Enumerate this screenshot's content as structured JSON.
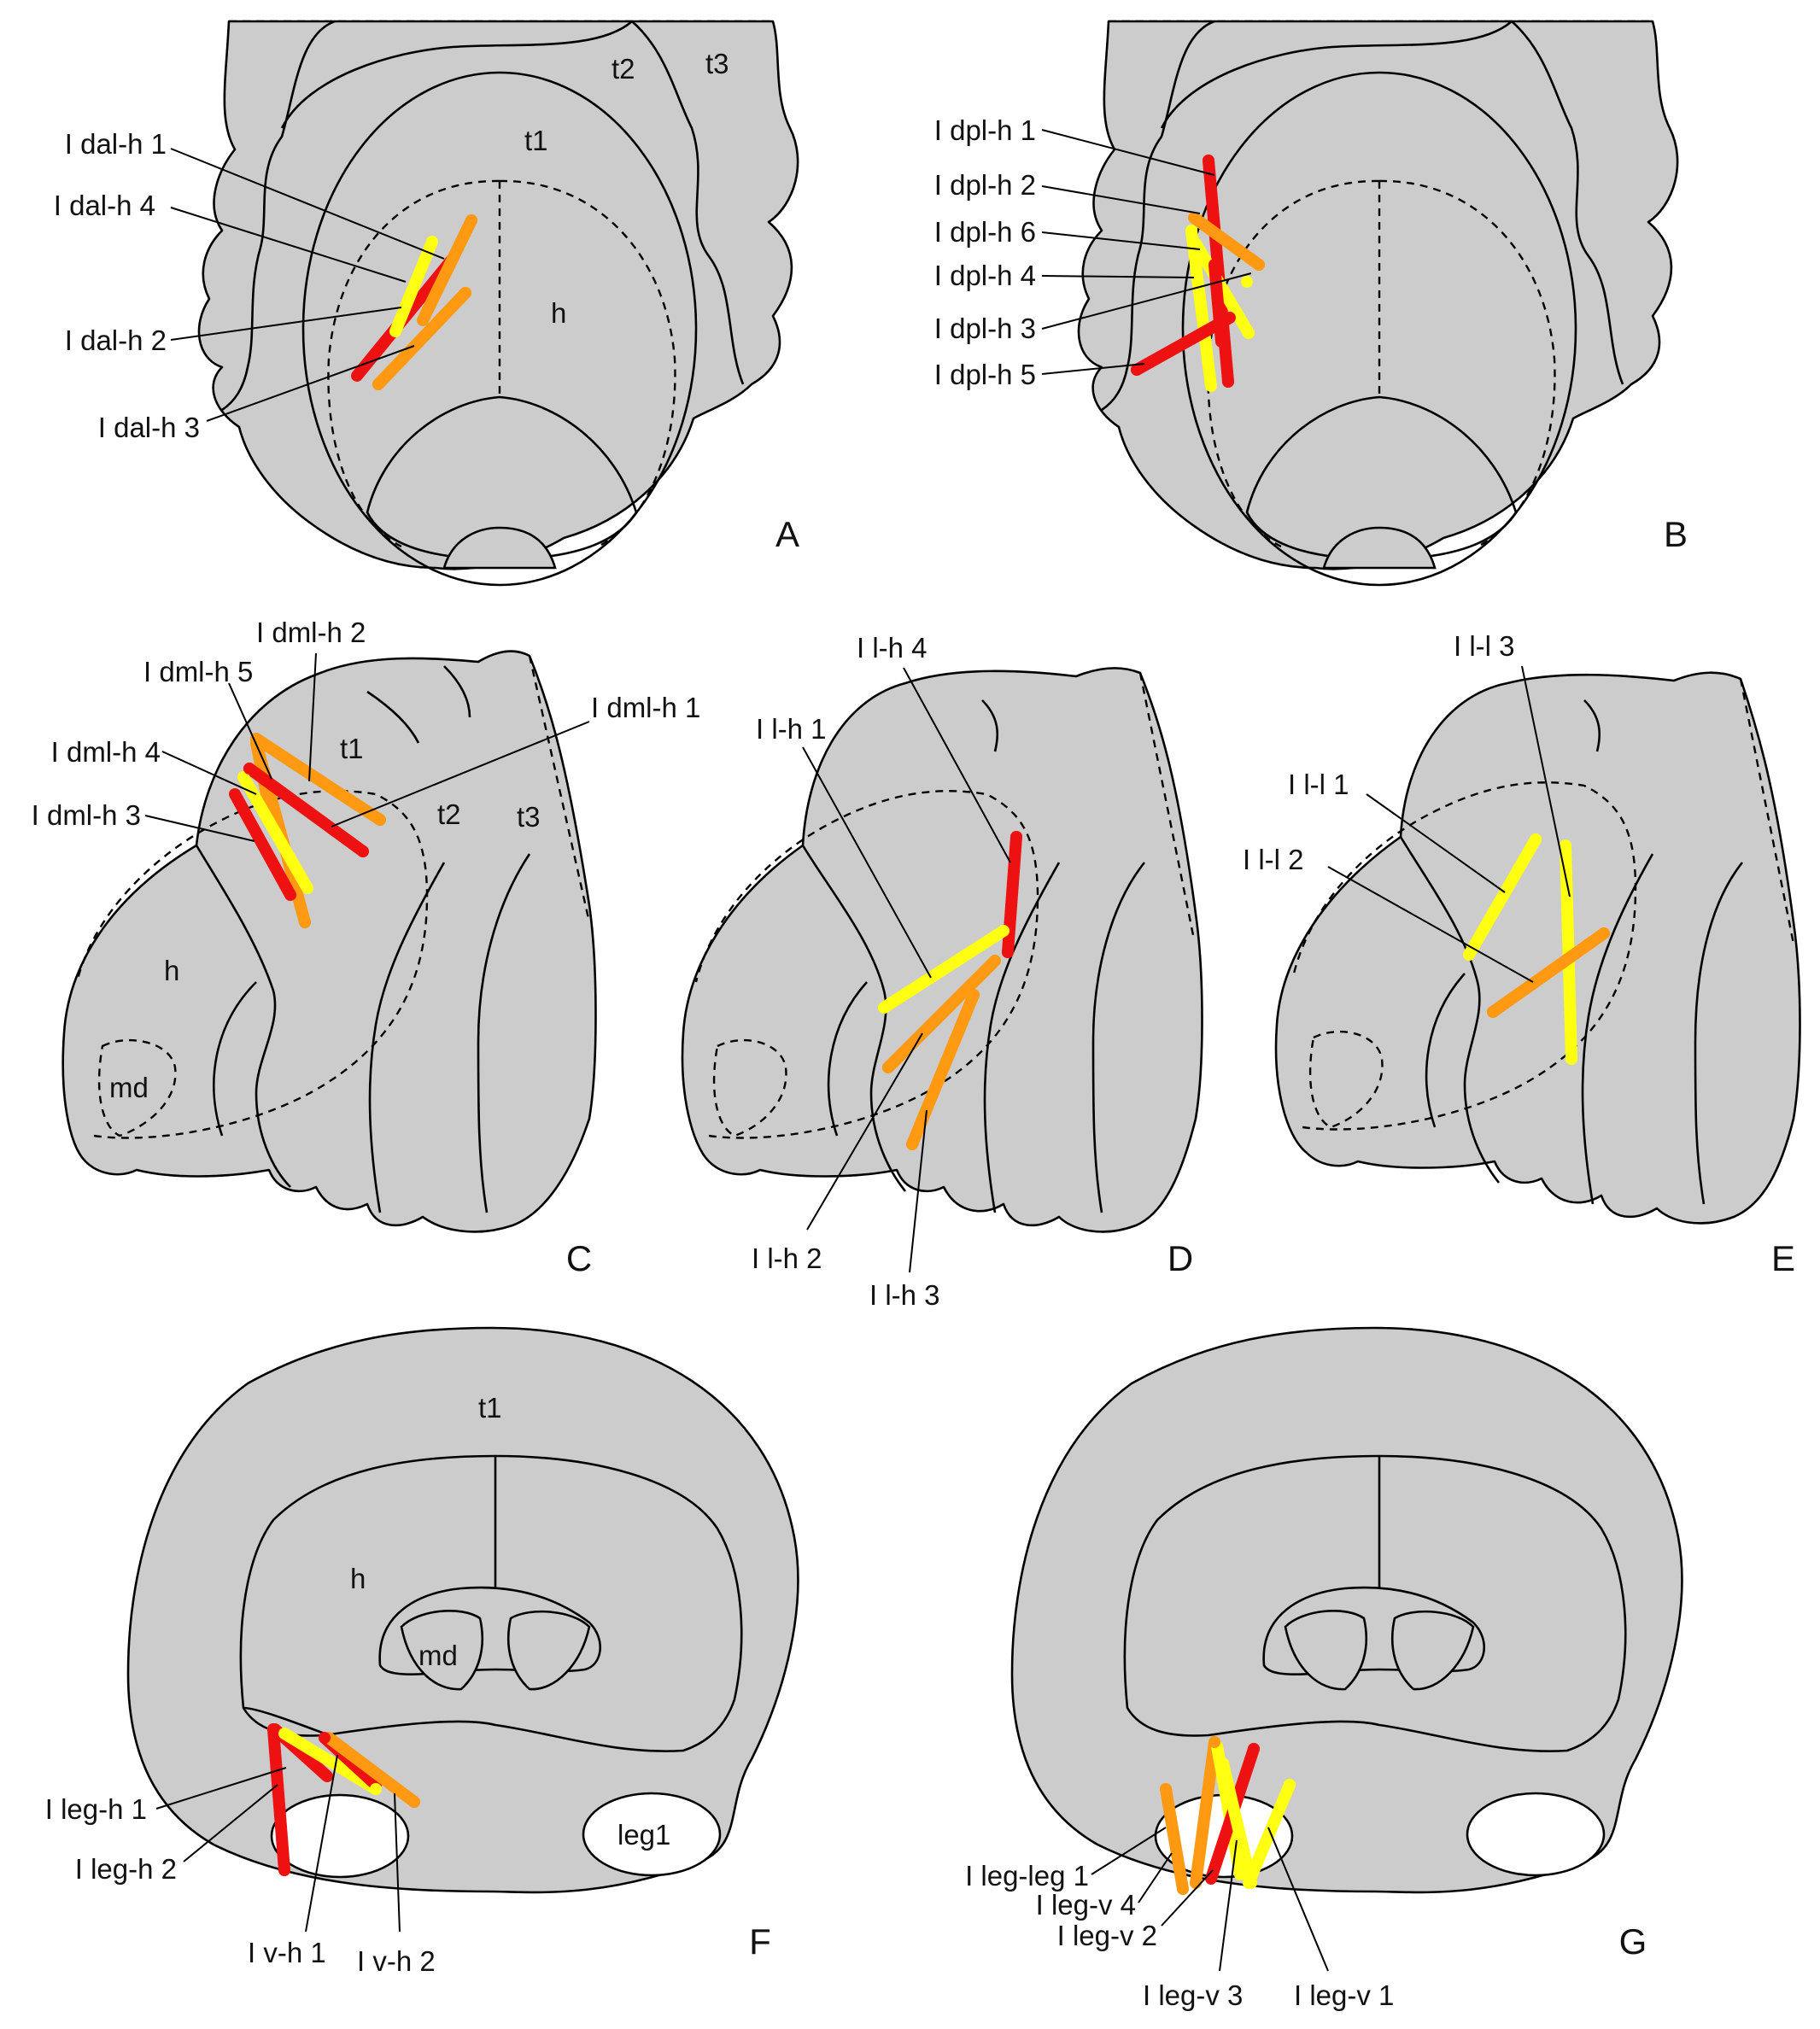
{
  "colors": {
    "red": "#ee1111",
    "orange": "#ff9911",
    "yellow": "#ffff11",
    "body": "#cccccc",
    "outline": "#000000"
  },
  "panels": [
    {
      "letter": "A",
      "region_labels": [
        "t2",
        "t3",
        "t1",
        "h"
      ],
      "muscles": [
        {
          "name": "I dal-h 1",
          "color": "red"
        },
        {
          "name": "I dal-h 4",
          "color": "yellow"
        },
        {
          "name": "I dal-h 2",
          "color": "orange"
        },
        {
          "name": "I dal-h 3",
          "color": "orange"
        }
      ]
    },
    {
      "letter": "B",
      "region_labels": [],
      "muscles": [
        {
          "name": "I dpl-h 1",
          "color": "red"
        },
        {
          "name": "I dpl-h 2",
          "color": "orange"
        },
        {
          "name": "I dpl-h 6",
          "color": "yellow"
        },
        {
          "name": "I dpl-h 4",
          "color": "yellow"
        },
        {
          "name": "I dpl-h 3",
          "color": "red"
        },
        {
          "name": "I dpl-h 5",
          "color": "red"
        }
      ]
    },
    {
      "letter": "C",
      "region_labels": [
        "t1",
        "t2",
        "t3",
        "h",
        "md"
      ],
      "muscles": [
        {
          "name": "I dml-h 2",
          "color": "orange"
        },
        {
          "name": "I dml-h 5",
          "color": "orange"
        },
        {
          "name": "I dml-h 1",
          "color": "red"
        },
        {
          "name": "I dml-h 4",
          "color": "yellow"
        },
        {
          "name": "I dml-h 3",
          "color": "red"
        }
      ]
    },
    {
      "letter": "D",
      "region_labels": [],
      "muscles": [
        {
          "name": "I l-h 4",
          "color": "red"
        },
        {
          "name": "I l-h 1",
          "color": "yellow"
        },
        {
          "name": "I l-h 2",
          "color": "orange"
        },
        {
          "name": "I l-h 3",
          "color": "orange"
        }
      ]
    },
    {
      "letter": "E",
      "region_labels": [],
      "muscles": [
        {
          "name": "I l-l 3",
          "color": "yellow"
        },
        {
          "name": "I l-l 1",
          "color": "yellow"
        },
        {
          "name": "I l-l 2",
          "color": "orange"
        }
      ]
    },
    {
      "letter": "F",
      "region_labels": [
        "t1",
        "h",
        "md",
        "leg1"
      ],
      "muscles": [
        {
          "name": "I leg-h 1",
          "color": "red"
        },
        {
          "name": "I leg-h 2",
          "color": "red"
        },
        {
          "name": "I v-h 1",
          "color": "yellow"
        },
        {
          "name": "I v-h 2",
          "color": "orange"
        }
      ]
    },
    {
      "letter": "G",
      "region_labels": [],
      "muscles": [
        {
          "name": "I leg-leg 1",
          "color": "orange"
        },
        {
          "name": "I leg-v 4",
          "color": "orange"
        },
        {
          "name": "I leg-v 2",
          "color": "yellow"
        },
        {
          "name": "I leg-v 3",
          "color": "yellow"
        },
        {
          "name": "I leg-v 1",
          "color": "yellow"
        }
      ]
    }
  ]
}
